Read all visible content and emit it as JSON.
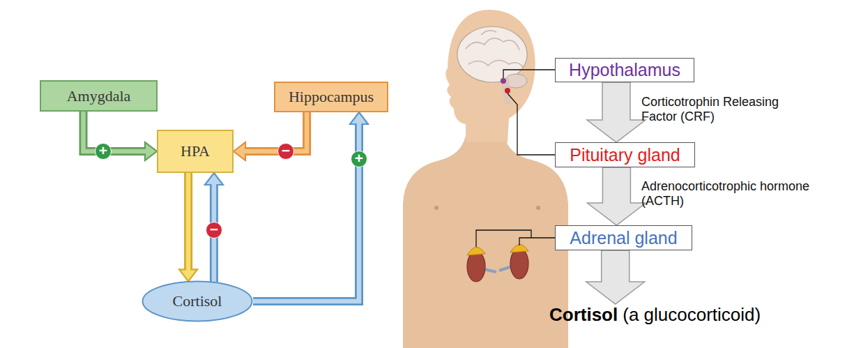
{
  "diagram": {
    "nodes": [
      {
        "text": [
          "Amygdala"
        ]
      },
      {
        "text": [
          "Hippocampus"
        ]
      },
      {
        "text": [
          "HPA"
        ]
      },
      {
        "text": [
          "Cortisol"
        ]
      },
      {
        "text": [
          "Hypothalamus"
        ]
      },
      {
        "text": [
          "Pituitary gland"
        ]
      },
      {
        "text": [
          "Adrenal gland"
        ]
      },
      {
        "text": [
          "Cortisol",
          "(a glucocorticoid)"
        ]
      }
    ],
    "edges": [
      {
        "from": 0,
        "to": 2,
        "arrow": "to",
        "label": "+"
      },
      {
        "from": 1,
        "to": 2,
        "arrow": "to",
        "label": "−"
      },
      {
        "from": 2,
        "to": 3,
        "arrow": "to"
      },
      {
        "from": 3,
        "to": 2,
        "arrow": "to",
        "label": "−"
      },
      {
        "from": 3,
        "to": 1,
        "arrow": "to",
        "label": "+"
      },
      {
        "from": 4,
        "to": 5,
        "arrow": "to",
        "label": "Corticotrophin Releasing Factor (CRF)"
      },
      {
        "from": 5,
        "to": 6,
        "arrow": "to",
        "label": "Adrenocorticotrophic hormone (ACTH)"
      },
      {
        "from": 6,
        "to": 7,
        "arrow": "to"
      }
    ]
  }
}
